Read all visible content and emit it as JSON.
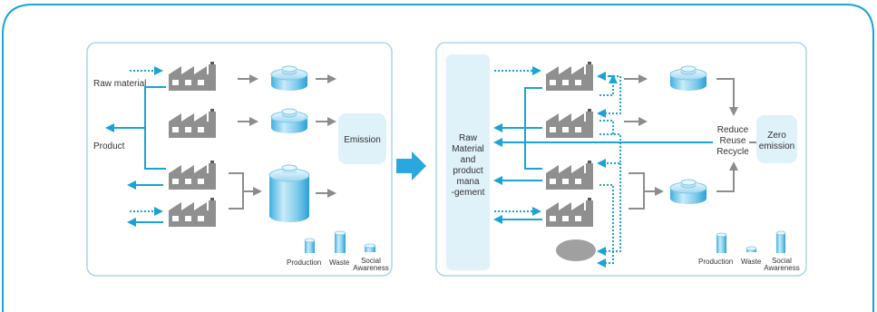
{
  "left_panel": {
    "raw_material_label": "Raw material",
    "product_label": "Product",
    "emission_label": "Emission"
  },
  "right_panel": {
    "management_label_lines": [
      "Raw",
      "Material",
      "and",
      "product",
      "mana",
      "-gement"
    ],
    "reduce_label": "Reduce",
    "reuse_label": "Reuse",
    "recycle_label": "Recycle",
    "zero_emission_lines": [
      "Zero",
      "emission"
    ]
  },
  "legend": {
    "production": "Production",
    "waste": "Waste",
    "social_lines": [
      "Social",
      "Awareness"
    ]
  },
  "colors": {
    "accent": "#1aa3d9",
    "arrow_gray": "#8c8c8c",
    "factory_gray": "#8f8f8f",
    "panel_border": "#a8d6ea",
    "light_fill": "#dff1f9"
  },
  "icons": [
    "factory-icon",
    "tank-icon",
    "arrow-icon"
  ]
}
